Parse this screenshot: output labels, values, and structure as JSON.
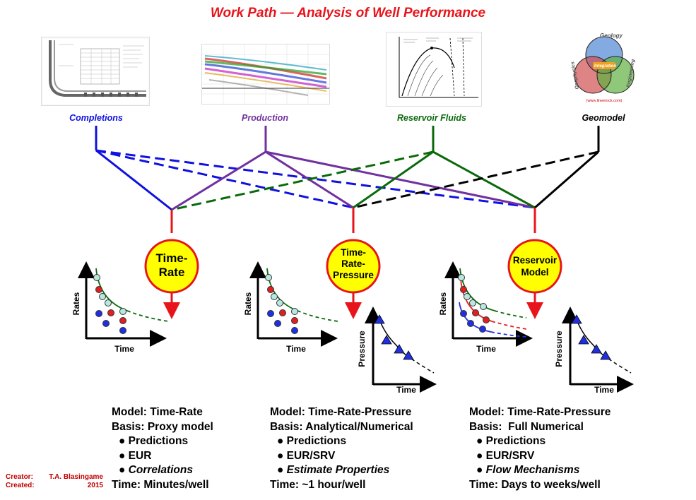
{
  "title": "Work Path — Analysis of Well Performance",
  "sources": [
    {
      "label": "Completions",
      "color": "#1010e0"
    },
    {
      "label": "Production",
      "color": "#7030a0"
    },
    {
      "label": "Reservoir Fluids",
      "color": "#0a6a0a"
    },
    {
      "label": "Geomodel",
      "color": "#000000"
    }
  ],
  "geomodel_thumb": {
    "geology": "Geology",
    "integration": "Integration",
    "engineering": "Engineering",
    "geophysics": "Geophysics",
    "credit": "(www.lineerock.com)"
  },
  "models": [
    {
      "circle": [
        "Time-",
        "Rate"
      ]
    },
    {
      "circle": [
        "Time-",
        "Rate-",
        "Pressure"
      ]
    },
    {
      "circle": [
        "Reservoir",
        "Model"
      ]
    }
  ],
  "plot_labels": {
    "rates": "Rates",
    "time": "Time",
    "pressure": "Pressure"
  },
  "descriptions": [
    {
      "model": "Model: Time-Rate",
      "basis": "Basis: Proxy model",
      "b1": "Predictions",
      "b2": "EUR",
      "b3": "Correlations",
      "time": "Time: Minutes/well"
    },
    {
      "model": "Model: Time-Rate-Pressure",
      "basis": "Basis: Analytical/Numerical",
      "b1": "Predictions",
      "b2": "EUR/SRV",
      "b3": "Estimate Properties",
      "time": "Time: ~1 hour/well"
    },
    {
      "model": "Model: Time-Rate-Pressure",
      "basis": "Basis:  Full Numerical",
      "b1": "Predictions",
      "b2": "EUR/SRV",
      "b3": "Flow Mechanisms",
      "time": "Time: Days to weeks/well"
    }
  ],
  "footer": {
    "creator_label": "Creator:",
    "creator": "T.A. Blasingame",
    "created_label": "Created:",
    "created": "2015"
  },
  "colors": {
    "title": "#e8141b",
    "arrow": "#e8141b",
    "circle_fill": "#ffff00",
    "circle_stroke": "#e8141b"
  }
}
